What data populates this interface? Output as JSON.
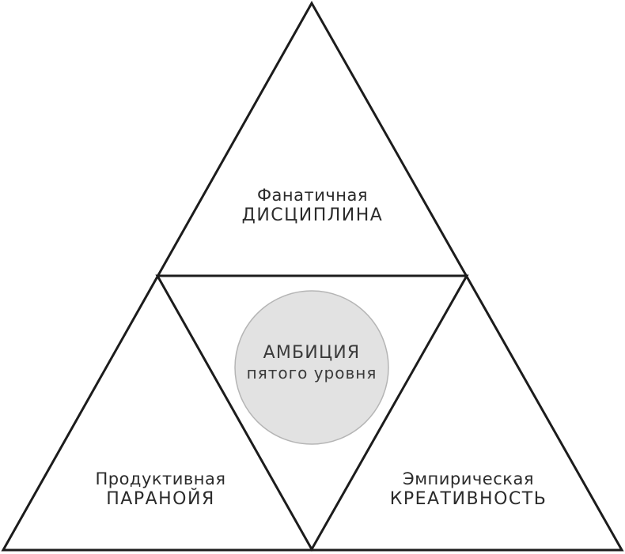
{
  "diagram": {
    "type": "triangle-framework",
    "colors": {
      "stroke": "#1c1c1c",
      "circle_fill": "#e2e2e2",
      "circle_stroke": "#b5b5b5",
      "text": "#2b2b2b",
      "background": "#ffffff"
    },
    "top": {
      "line1": "Фанатичная",
      "line2": "ДИСЦИПЛИНА"
    },
    "bottom_left": {
      "line1": "Продуктивная",
      "line2": "ПАРАНОЙЯ"
    },
    "bottom_right": {
      "line1": "Эмпирическая",
      "line2": "КРЕАТИВНОСТЬ"
    },
    "center": {
      "line1": "АМБИЦИЯ",
      "line2": "пятого уровня"
    }
  }
}
